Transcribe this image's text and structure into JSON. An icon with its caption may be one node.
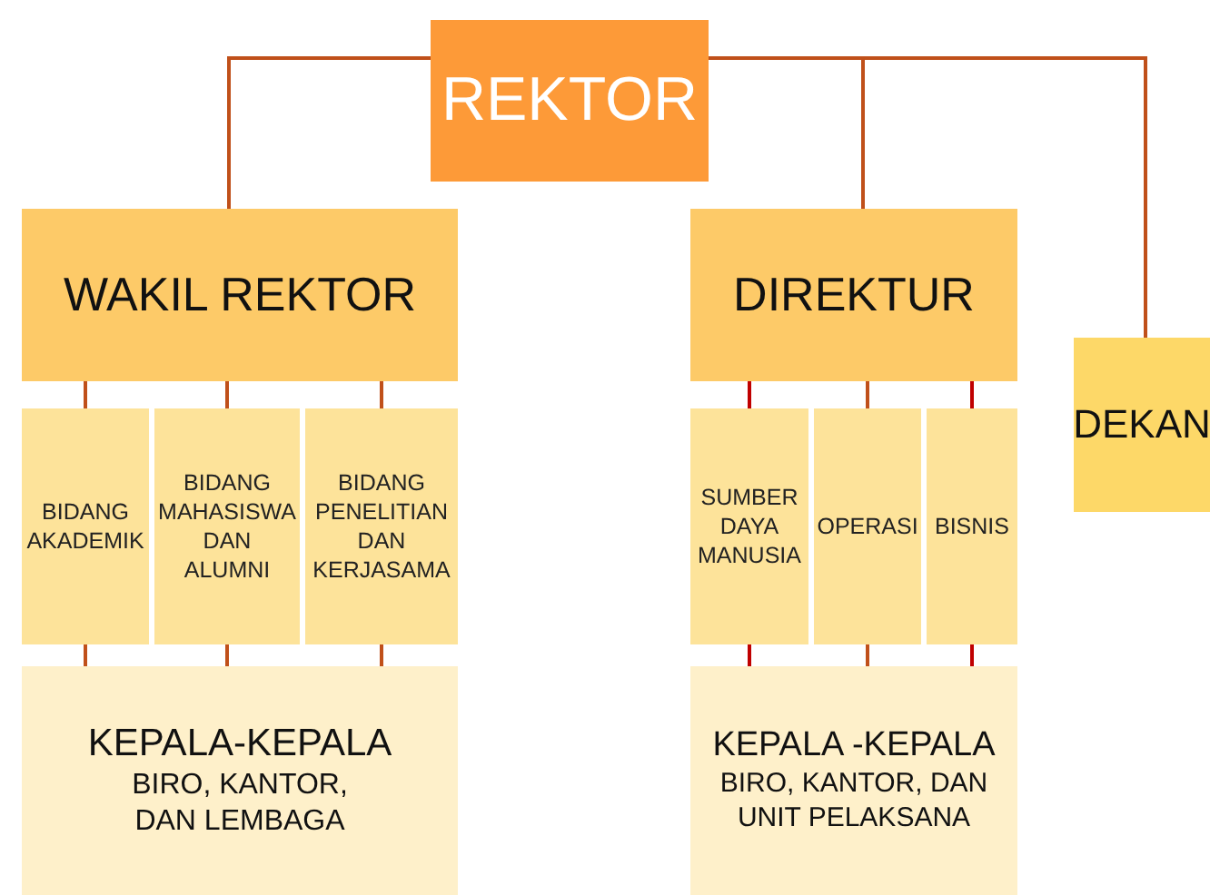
{
  "diagram": {
    "nodes": [
      {
        "text": [
          "REKTOR"
        ]
      },
      {
        "text": [
          "WAKIL REKTOR"
        ]
      },
      {
        "text": [
          "DIREKTUR"
        ]
      },
      {
        "text": [
          "DEKAN"
        ]
      },
      {
        "text": [
          "BIDANG AKADEMIK"
        ]
      },
      {
        "text": [
          "BIDANG MAHASISWA DAN ALUMNI"
        ]
      },
      {
        "text": [
          "BIDANG PENELITIAN DAN KERJASAMA"
        ]
      },
      {
        "text": [
          "SUMBER DAYA MANUSIA"
        ]
      },
      {
        "text": [
          "OPERASI"
        ]
      },
      {
        "text": [
          "BISNIS"
        ]
      },
      {
        "text": [
          "KEPALA-KEPALA",
          "BIRO, KANTOR, DAN LEMBAGA"
        ]
      },
      {
        "text": [
          "KEPALA -KEPALA",
          "BIRO, KANTOR, DAN UNIT PELAKSANA"
        ]
      }
    ],
    "edges": [
      {
        "from": 0,
        "to": 1,
        "arrow": "none"
      },
      {
        "from": 0,
        "to": 2,
        "arrow": "none"
      },
      {
        "from": 0,
        "to": 3,
        "arrow": "none"
      },
      {
        "from": 1,
        "to": 4,
        "arrow": "none"
      },
      {
        "from": 1,
        "to": 5,
        "arrow": "none"
      },
      {
        "from": 1,
        "to": 6,
        "arrow": "none"
      },
      {
        "from": 2,
        "to": 7,
        "arrow": "none",
        "color": "#c00000"
      },
      {
        "from": 2,
        "to": 8,
        "arrow": "none"
      },
      {
        "from": 2,
        "to": 9,
        "arrow": "none",
        "color": "#c00000"
      },
      {
        "from": 4,
        "to": 10,
        "arrow": "none"
      },
      {
        "from": 5,
        "to": 10,
        "arrow": "none"
      },
      {
        "from": 6,
        "to": 10,
        "arrow": "none"
      },
      {
        "from": 7,
        "to": 11,
        "arrow": "none",
        "color": "#c00000"
      },
      {
        "from": 8,
        "to": 11,
        "arrow": "none"
      },
      {
        "from": 9,
        "to": 11,
        "arrow": "none",
        "color": "#c00000"
      }
    ]
  }
}
